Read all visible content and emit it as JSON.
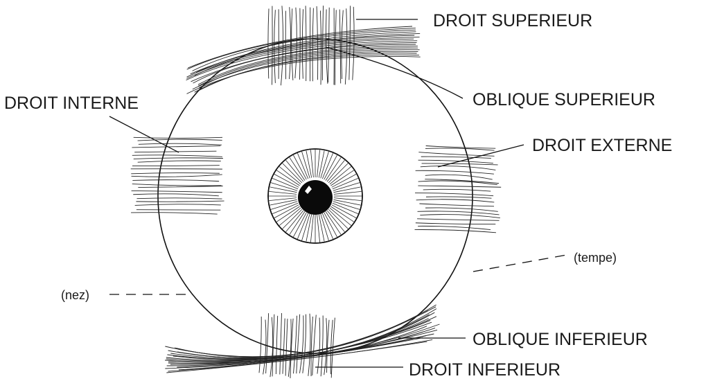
{
  "labels": {
    "droit_superieur": "DROIT SUPERIEUR",
    "oblique_superieur": "OBLIQUE SUPERIEUR",
    "droit_interne": "DROIT INTERNE",
    "droit_externe": "DROIT EXTERNE",
    "tempe": "(tempe)",
    "nez": "(nez)",
    "oblique_inferieur": "OBLIQUE INFERIEUR",
    "droit_inferieur": "DROIT INFERIEUR"
  },
  "colors": {
    "ink": "#111111",
    "background": "#ffffff"
  }
}
